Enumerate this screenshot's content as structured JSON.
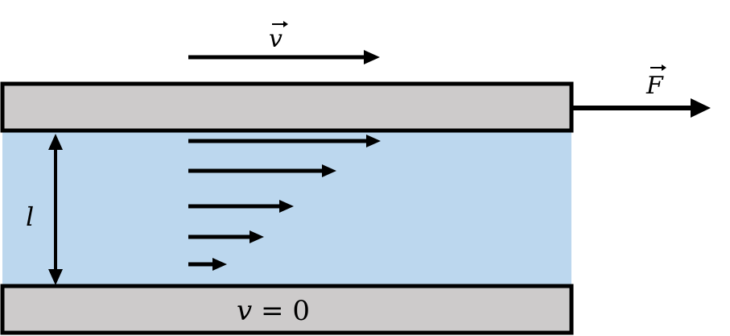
{
  "labels": {
    "velocity": "v",
    "force": "F",
    "gap": "l",
    "bottom_condition_var": "v",
    "bottom_condition_rest": " = 0"
  },
  "profile": {
    "description_levels_fraction": [
      1.0,
      0.77,
      0.55,
      0.39,
      0.19
    ]
  },
  "colors": {
    "plate_fill": "#cdcbcb",
    "fluid_fill": "#bcd7ee",
    "stroke": "#000000"
  }
}
